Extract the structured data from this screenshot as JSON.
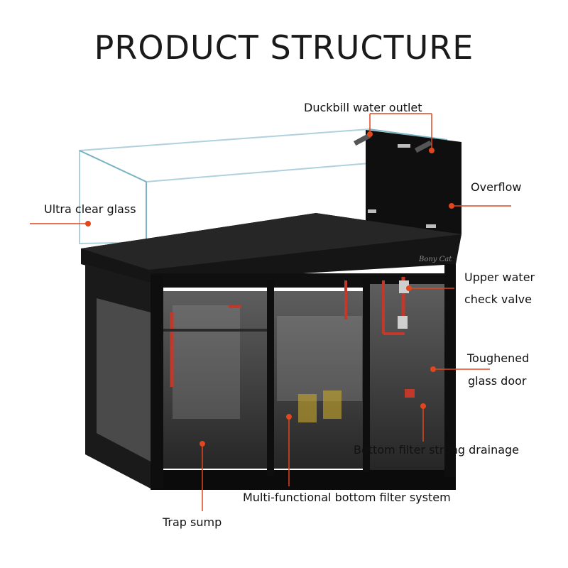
{
  "title": "PRODUCT STRUCTURE",
  "brand": "Bony Cat",
  "accent_color": "#e2461c",
  "labels": {
    "duckbill": "Duckbill water outlet",
    "overflow": "Overflow",
    "ultra_clear": "Ultra clear glass",
    "check_valve_1": "Upper water",
    "check_valve_2": "check valve",
    "toughened_1": "Toughened",
    "toughened_2": "glass door",
    "bottom_drain": "Bottom filter strong drainage",
    "multi_filter": "Multi-functional bottom filter system",
    "trap_sump": "Trap sump"
  }
}
